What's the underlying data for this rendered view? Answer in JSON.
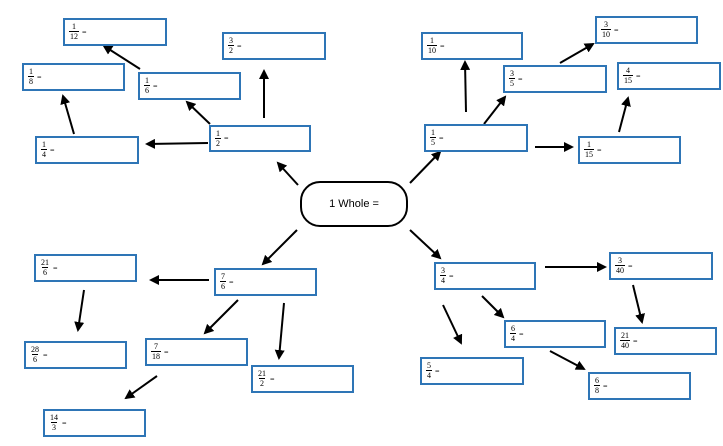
{
  "center_label": "1 Whole =",
  "equals_sign": "=",
  "boxes": {
    "half": {
      "num": "1",
      "den": "2"
    },
    "three_halves": {
      "num": "3",
      "den": "2"
    },
    "sixth": {
      "num": "1",
      "den": "6"
    },
    "twelfth": {
      "num": "1",
      "den": "12"
    },
    "eighth": {
      "num": "1",
      "den": "8"
    },
    "quarter": {
      "num": "1",
      "den": "4"
    },
    "fifth": {
      "num": "1",
      "den": "5"
    },
    "tenth": {
      "num": "1",
      "den": "10"
    },
    "three_fifths": {
      "num": "3",
      "den": "5"
    },
    "three_tenths": {
      "num": "3",
      "den": "10"
    },
    "fifteenth": {
      "num": "1",
      "den": "15"
    },
    "four_fifteenths": {
      "num": "4",
      "den": "15"
    },
    "seven_sixths": {
      "num": "7",
      "den": "6"
    },
    "twentyone_sixths": {
      "num": "21",
      "den": "6"
    },
    "twentyeight_sixths": {
      "num": "28",
      "den": "6"
    },
    "seven_eighteenths": {
      "num": "7",
      "den": "18"
    },
    "fourteen_thirds": {
      "num": "14",
      "den": "3"
    },
    "twentyone_halves": {
      "num": "21",
      "den": "2"
    },
    "three_quarters": {
      "num": "3",
      "den": "4"
    },
    "three_fortieths": {
      "num": "3",
      "den": "40"
    },
    "twentyone_fortieths": {
      "num": "21",
      "den": "40"
    },
    "six_quarters": {
      "num": "6",
      "den": "4"
    },
    "five_quarters": {
      "num": "5",
      "den": "4"
    },
    "six_eighths": {
      "num": "6",
      "den": "8"
    }
  }
}
